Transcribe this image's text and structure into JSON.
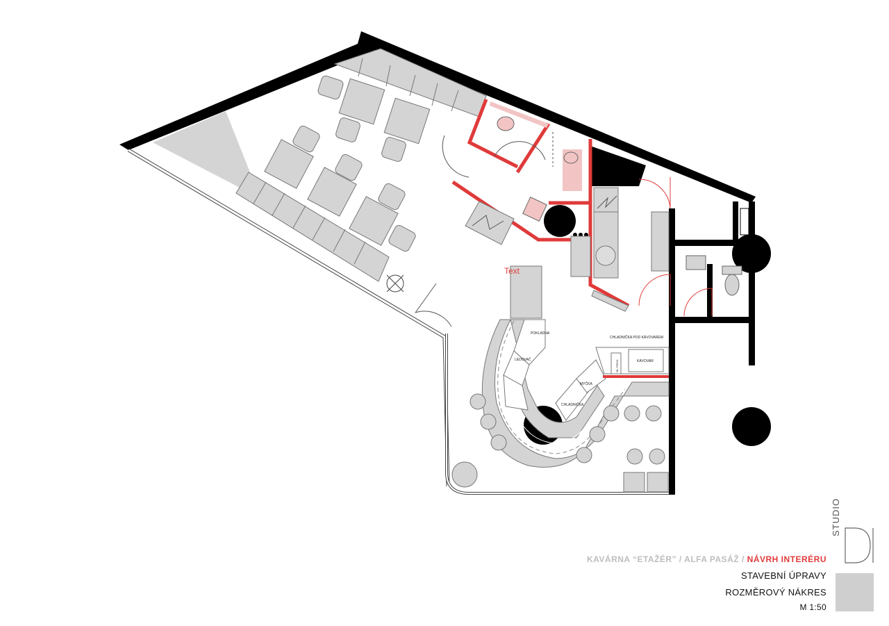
{
  "annotation_text": "Text",
  "labels": {
    "pokladna": "POKLADNA",
    "ledovac": "LEDOVAČ",
    "myčka": "MYČKA",
    "chladnicka": "CHLADNIČKA",
    "chladnicka_pod": "CHLADNIČKA POD KÁVOVAREM",
    "kavovar": "KÁVOVAR",
    "ml_trick": "ML.TRICK"
  },
  "title_block": {
    "project_prefix": "KAVÁRNA “ETAŽÉR” / ALFA PASÁŽ / ",
    "project_accent": "NÁVRH INTERÉRU",
    "line1": "STAVEBNÍ ÚPRAVY",
    "line2": "ROZMĚROVÝ NÁKRES",
    "scale": "M 1:50",
    "logo": "STUDIO"
  },
  "colors": {
    "wall": "#000000",
    "new_wall": "#e03a3a",
    "furniture": "#d4d4d4",
    "sanitary": "#f2c4c4"
  }
}
